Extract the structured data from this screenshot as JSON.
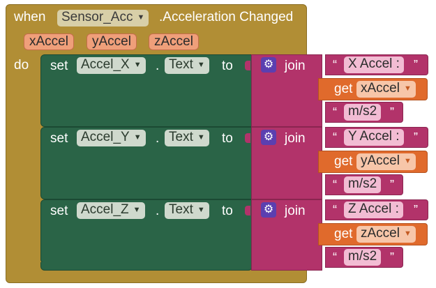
{
  "event": {
    "when": "when",
    "component": "Sensor_Acc",
    "event_name": ".Acceleration Changed",
    "params": [
      "xAccel",
      "yAccel",
      "zAccel"
    ],
    "do": "do"
  },
  "rows": [
    {
      "set": "set",
      "component": "Accel_X",
      "dot": ".",
      "property": "Text",
      "to": "to",
      "join": "join",
      "str1": "X Accel :",
      "get": "get",
      "var": "xAccel",
      "str2": "m/s2"
    },
    {
      "set": "set",
      "component": "Accel_Y",
      "dot": ".",
      "property": "Text",
      "to": "to",
      "join": "join",
      "str1": "Y Accel :",
      "get": "get",
      "var": "yAccel",
      "str2": "m/s2"
    },
    {
      "set": "set",
      "component": "Accel_Z",
      "dot": ".",
      "property": "Text",
      "to": "to",
      "join": "join",
      "str1": "Z Accel :",
      "get": "get",
      "var": "zAccel",
      "str2": "m/s2"
    }
  ],
  "quote_open": "“",
  "quote_close": "”",
  "colors": {
    "event": "#b18e35",
    "set": "#2a6447",
    "join": "#b2336a",
    "get": "#e06a2c",
    "param": "#ef9f7a",
    "gear": "#5b3fb0"
  }
}
